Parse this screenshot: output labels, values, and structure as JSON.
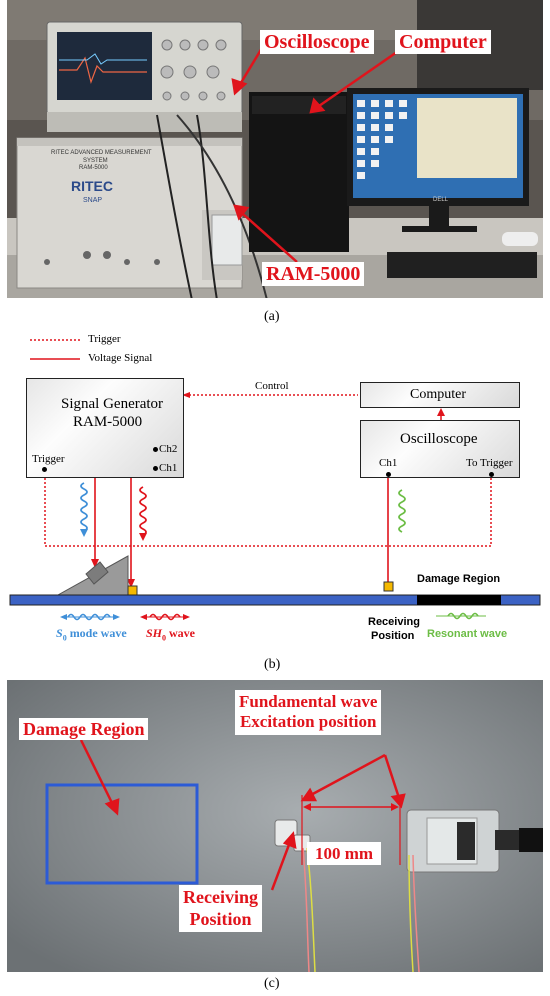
{
  "panel_a": {
    "callouts": {
      "oscilloscope": "Oscilloscope",
      "computer": "Computer",
      "ram": "RAM-5000"
    },
    "equipment_text": {
      "l1": "RITEC ADVANCED MEASUREMENT",
      "l2": "SYSTEM",
      "l3": "RAM-5000",
      "brand": "RITEC",
      "sub": "SNAP",
      "monitor": "DELL"
    },
    "caption": "(a)"
  },
  "panel_b": {
    "legend": {
      "trigger": "Trigger",
      "voltage": "Voltage Signal"
    },
    "control": "Control",
    "signal_gen": {
      "l1": "Signal Generator",
      "l2": "RAM-5000",
      "ch2": "Ch2",
      "ch1": "Ch1",
      "trigger": "Trigger"
    },
    "computer": "Computer",
    "oscilloscope": {
      "title": "Oscilloscope",
      "ch1": "Ch1",
      "to_trigger": "To Trigger"
    },
    "damage_region": "Damage Region",
    "labels": {
      "s0_a": "S",
      "s0_sub": "0",
      "s0_b": " mode wave",
      "sh0_a": "SH",
      "sh0_sub": "0",
      "sh0_b": " wave",
      "receiving": "Receiving",
      "position": "Position",
      "resonant": "Resonant wave"
    },
    "colors": {
      "trigger": "#e0141c",
      "voltage": "#e0141c",
      "plate": "#3b62c4",
      "s0": "#3f8fd8",
      "sh0": "#e0141c",
      "resonant": "#6cbd45",
      "sensor": "#f5b800"
    },
    "caption": "(b)"
  },
  "panel_c": {
    "callouts": {
      "damage": "Damage Region",
      "fund_l1": "Fundamental wave",
      "fund_l2": "Excitation position",
      "dist": "100 mm",
      "rec_l1": "Receiving",
      "rec_l2": "Position"
    },
    "caption": "(c)"
  }
}
